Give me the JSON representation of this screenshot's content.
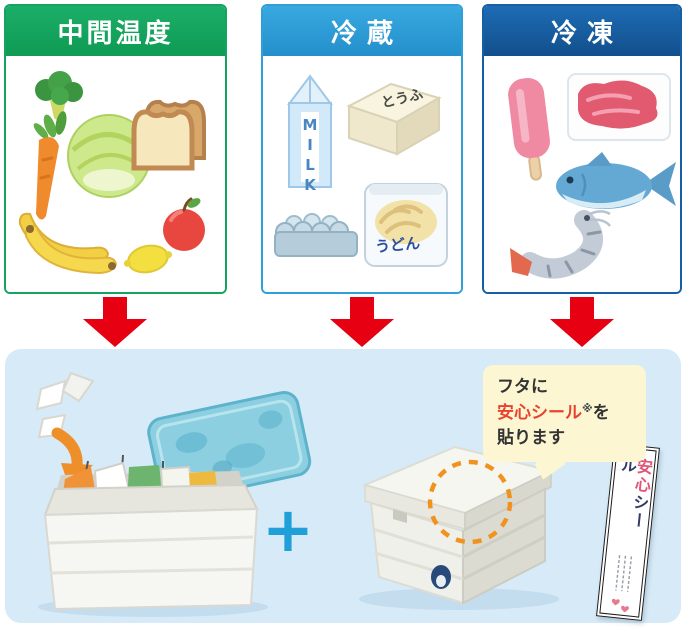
{
  "cards": [
    {
      "label": "中間温度",
      "color": "#15a45f",
      "items": [
        "broccoli",
        "carrot",
        "cabbage",
        "bread",
        "banana",
        "lemon",
        "apple"
      ]
    },
    {
      "label": "冷蔵",
      "color": "#2d9fd9",
      "items": [
        "milk",
        "tofu",
        "eggs",
        "udon"
      ]
    },
    {
      "label": "冷凍",
      "color": "#175fa5",
      "items": [
        "popsicle",
        "meat",
        "fish",
        "shrimp"
      ]
    }
  ],
  "labels": {
    "milk": "MILK",
    "tofu": "とうふ",
    "udon": "うどん"
  },
  "arrow_color": "#e60012",
  "panel": {
    "background_color": "#d7eaf7",
    "plus": "+",
    "bubble": {
      "line1": "フタに",
      "highlight": "安心シール",
      "note": "※",
      "particle": "を",
      "line3": "貼ります",
      "highlight_color": "#e8432e",
      "background_color": "#fcf6d2"
    },
    "seal": {
      "part1": "安心",
      "part2": "シール"
    }
  }
}
